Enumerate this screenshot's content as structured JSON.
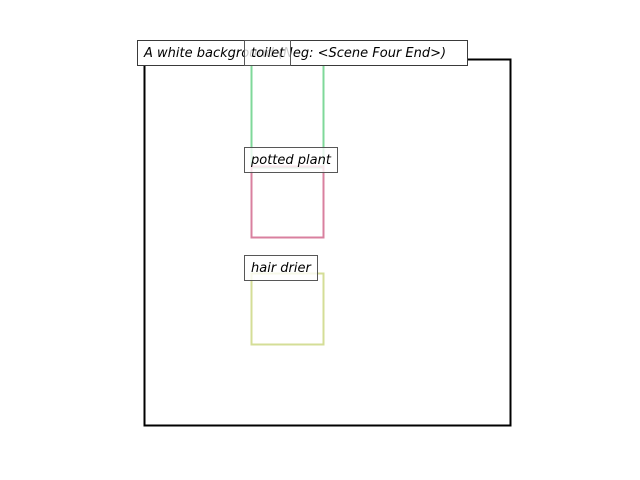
{
  "caption": "A white background (Neg: <Scene Four End>)",
  "frame_color": "#000000",
  "objects": [
    {
      "label": "toilet",
      "color": "#7fd89a"
    },
    {
      "label": "potted plant",
      "color": "#d9809f"
    },
    {
      "label": "hair drier",
      "color": "#d4de97"
    }
  ]
}
